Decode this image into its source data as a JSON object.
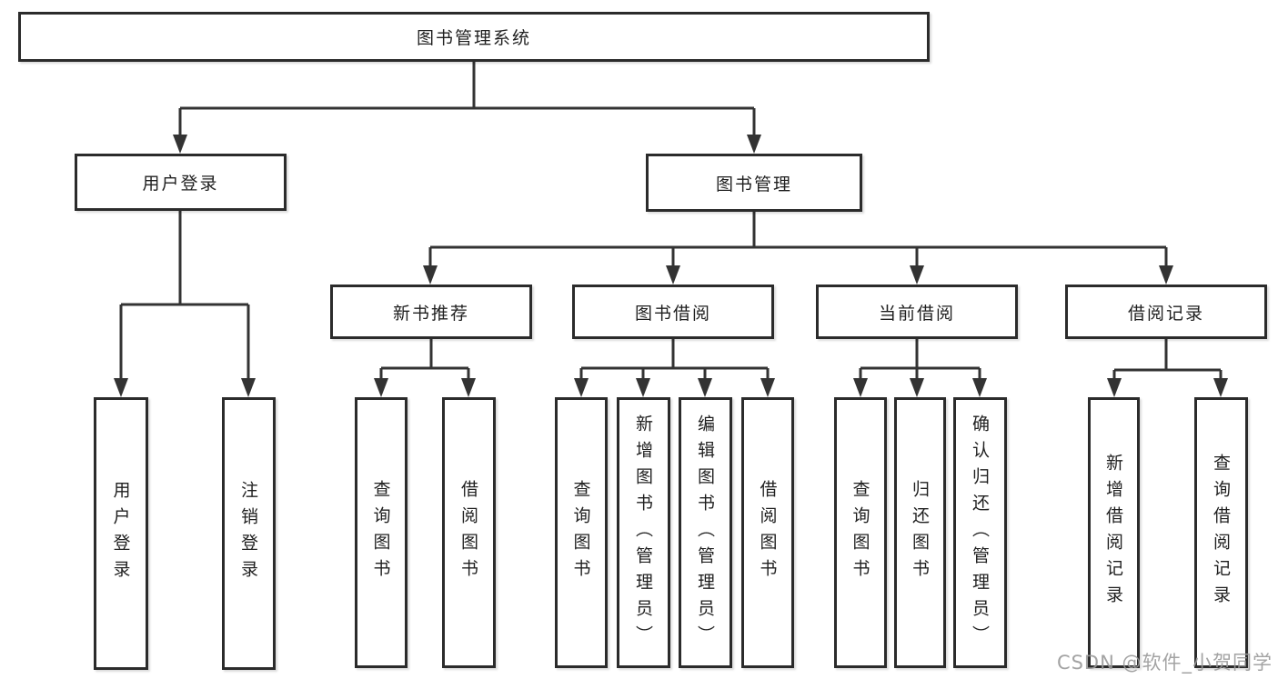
{
  "tree": {
    "root": {
      "label": "图书管理系统"
    },
    "login": {
      "label": "用户登录",
      "children": [
        {
          "label": "用户登录"
        },
        {
          "label": "注销登录"
        }
      ]
    },
    "management": {
      "label": "图书管理",
      "sections": [
        {
          "label": "新书推荐",
          "children": [
            {
              "label": "查询图书"
            },
            {
              "label": "借阅图书"
            }
          ]
        },
        {
          "label": "图书借阅",
          "children": [
            {
              "label": "查询图书"
            },
            {
              "label": "新增图书（管理员）"
            },
            {
              "label": "编辑图书（管理员）"
            },
            {
              "label": "借阅图书"
            }
          ]
        },
        {
          "label": "当前借阅",
          "children": [
            {
              "label": "查询图书"
            },
            {
              "label": "归还图书"
            },
            {
              "label": "确认归还（管理员）"
            }
          ]
        },
        {
          "label": "借阅记录",
          "children": [
            {
              "label": "新增借阅记录"
            },
            {
              "label": "查询借阅记录"
            }
          ]
        }
      ]
    }
  },
  "watermark": {
    "text": "CSDN @软件_小贺同学"
  },
  "colors": {
    "border": "#2b2b2b",
    "line": "#333333",
    "text": "#1f1f1f",
    "background": "#ffffff",
    "watermark": "#9a9a9a"
  }
}
